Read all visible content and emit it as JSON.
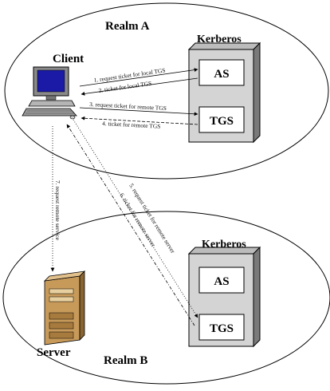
{
  "realm_a": {
    "label": "Realm A",
    "client_label": "Client",
    "kerberos_label": "Kerberos",
    "as_label": "AS",
    "tgs_label": "TGS"
  },
  "realm_b": {
    "label": "Realm B",
    "server_label": "Server",
    "kerberos_label": "Kerberos",
    "as_label": "AS",
    "tgs_label": "TGS"
  },
  "steps": {
    "s1": "1. request ticket for local TGS",
    "s2": "2. ticket for local TGS",
    "s3": "3. request ticket for remote TGS",
    "s4": "4. ticket for remote TGS",
    "s5": "5. request ticket for remote server",
    "s6": "6. ticket for remote server",
    "s7": "7. request remote service"
  }
}
